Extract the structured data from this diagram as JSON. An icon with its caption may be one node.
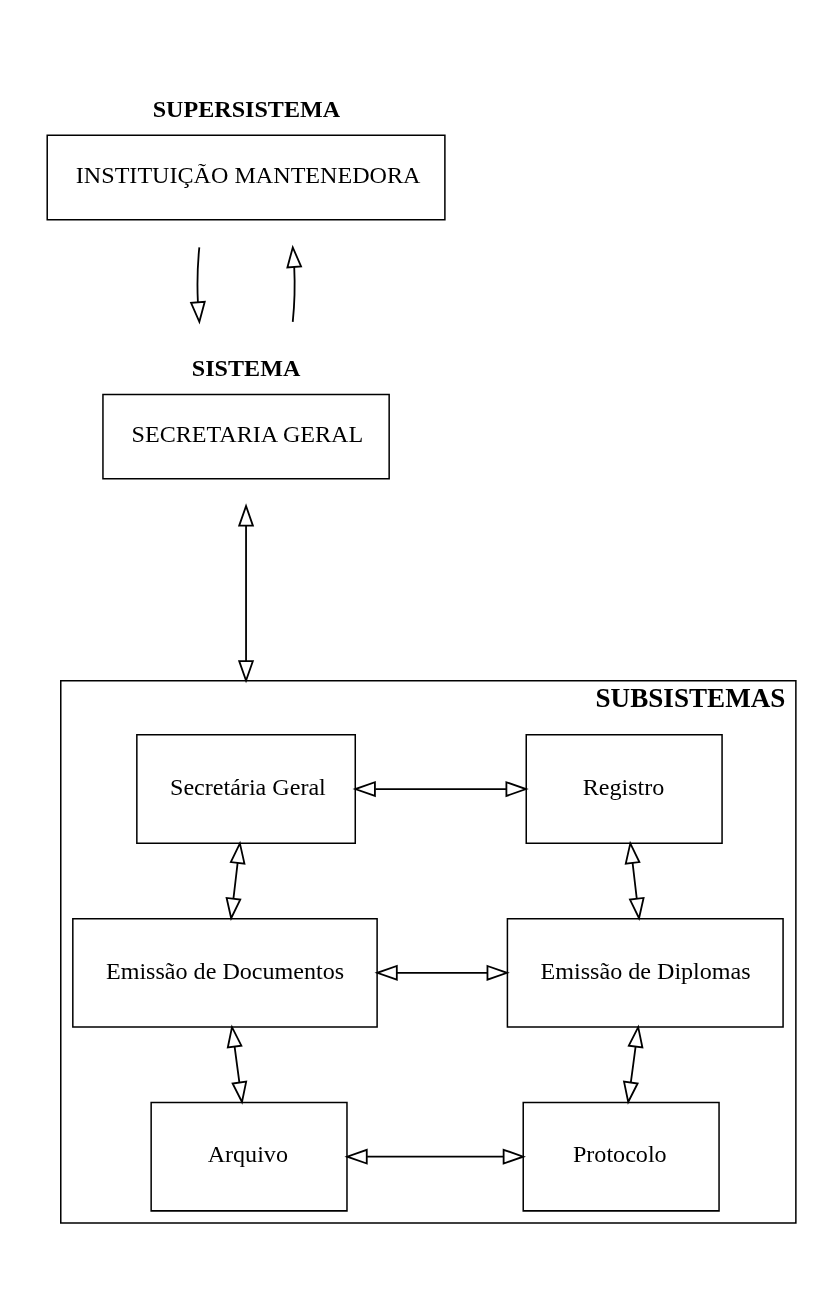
{
  "diagram": {
    "nodes": [
      {
        "text": [
          "SUPERSISTEMA",
          "INSTITUIÇÃO MANTENEDORA"
        ]
      },
      {
        "text": [
          "SISTEMA",
          "SECRETARIA GERAL"
        ]
      },
      {
        "text": [
          "SUBSISTEMAS"
        ]
      },
      {
        "text": [
          "Secretária Geral"
        ],
        "in": 2
      },
      {
        "text": [
          "Registro"
        ],
        "in": 2
      },
      {
        "text": [
          "Emissão de Documentos"
        ],
        "in": 2
      },
      {
        "text": [
          "Emissão de Diplomas"
        ],
        "in": 2
      },
      {
        "text": [
          "Arquivo"
        ],
        "in": 2
      },
      {
        "text": [
          "Protocolo"
        ],
        "in": 2
      }
    ],
    "edges": [
      {
        "from": 0,
        "to": 1,
        "arrow": "to"
      },
      {
        "from": 1,
        "to": 0,
        "arrow": "to"
      },
      {
        "from": 1,
        "to": 2,
        "arrow": "both"
      },
      {
        "from": 3,
        "to": 4,
        "arrow": "both"
      },
      {
        "from": 3,
        "to": 5,
        "arrow": "both"
      },
      {
        "from": 4,
        "to": 6,
        "arrow": "both"
      },
      {
        "from": 5,
        "to": 6,
        "arrow": "both"
      },
      {
        "from": 5,
        "to": 7,
        "arrow": "both"
      },
      {
        "from": 6,
        "to": 8,
        "arrow": "both"
      },
      {
        "from": 7,
        "to": 8,
        "arrow": "both"
      }
    ]
  }
}
